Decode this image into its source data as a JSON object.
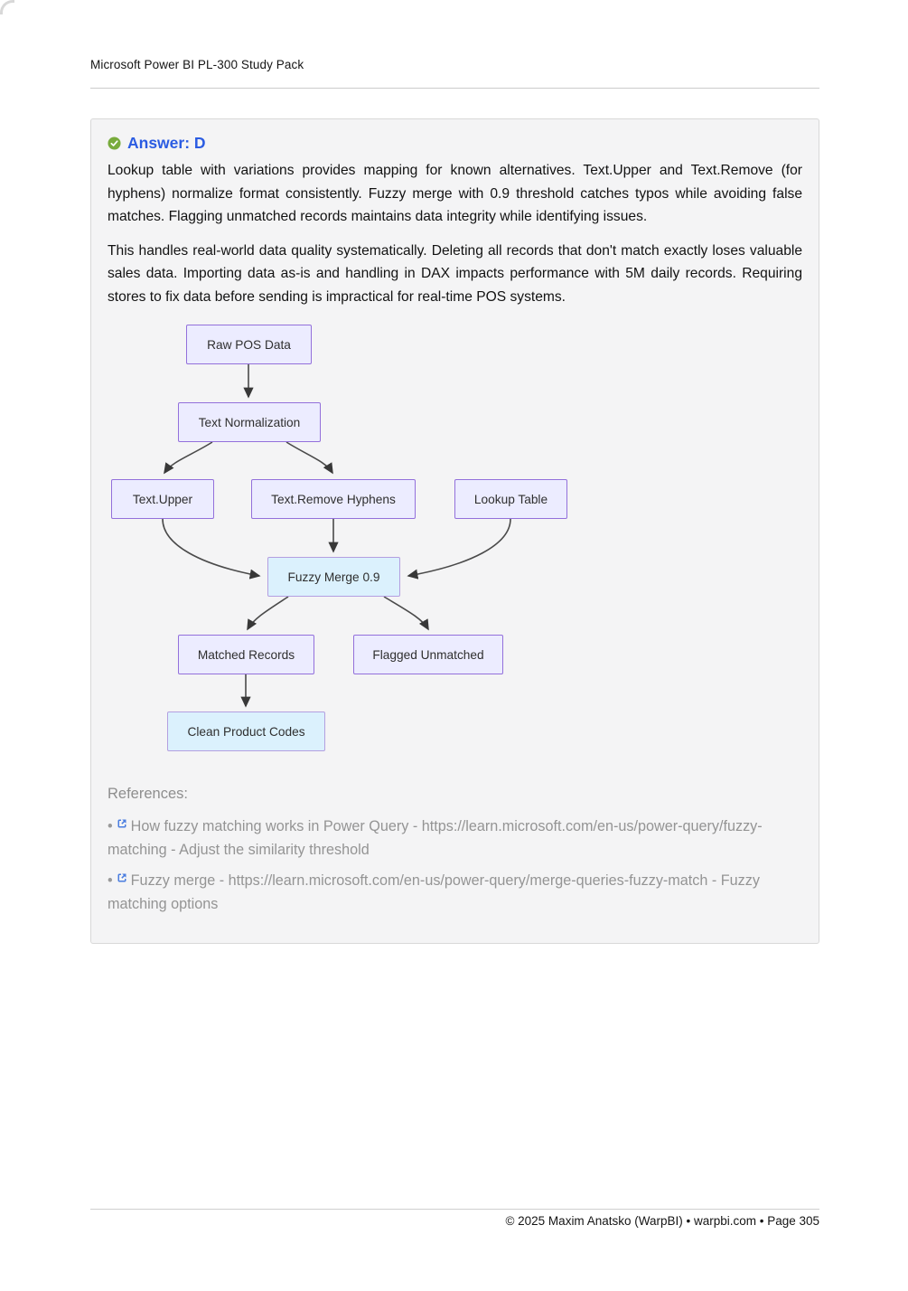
{
  "page": {
    "header_title": "Microsoft Power BI PL-300 Study Pack",
    "footer_text": "© 2025 Maxim Anatsko (WarpBI) • warpbi.com • Page 305"
  },
  "answer": {
    "label": "Answer: D",
    "check_icon": "green-check-circle",
    "paragraphs": {
      "p1": "Lookup table with variations provides mapping for known alternatives. Text.Upper and Text.Remove (for hyphens) normalize format consistently. Fuzzy merge with 0.9 threshold catches typos while avoiding false matches. Flagging unmatched records maintains data integrity while identifying issues.",
      "p2": "This handles real-world data quality systematically. Deleting all records that don't match exactly loses valuable sales data. Importing data as-is and handling in DAX impacts performance with 5M daily records. Requiring stores to fix data before sending is impractical for real-time POS systems."
    }
  },
  "diagram": {
    "type": "flowchart",
    "nodes": [
      {
        "id": "raw",
        "label": "Raw POS Data",
        "style": "lavender"
      },
      {
        "id": "norm",
        "label": "Text Normalization",
        "style": "lavender"
      },
      {
        "id": "upper",
        "label": "Text.Upper",
        "style": "lavender"
      },
      {
        "id": "hyphens",
        "label": "Text.Remove Hyphens",
        "style": "lavender"
      },
      {
        "id": "lookup",
        "label": "Lookup Table",
        "style": "lavender"
      },
      {
        "id": "fuzzy",
        "label": "Fuzzy Merge 0.9",
        "style": "blue"
      },
      {
        "id": "matched",
        "label": "Matched Records",
        "style": "lavender"
      },
      {
        "id": "flagged",
        "label": "Flagged Unmatched",
        "style": "lavender"
      },
      {
        "id": "clean",
        "label": "Clean Product Codes",
        "style": "blue"
      }
    ],
    "edges": [
      {
        "from": "raw",
        "to": "norm"
      },
      {
        "from": "norm",
        "to": "upper"
      },
      {
        "from": "norm",
        "to": "hyphens"
      },
      {
        "from": "upper",
        "to": "fuzzy"
      },
      {
        "from": "hyphens",
        "to": "fuzzy"
      },
      {
        "from": "lookup",
        "to": "fuzzy"
      },
      {
        "from": "fuzzy",
        "to": "matched"
      },
      {
        "from": "fuzzy",
        "to": "flagged"
      },
      {
        "from": "matched",
        "to": "clean"
      }
    ]
  },
  "references": {
    "heading": "References:",
    "items": [
      {
        "bullet": "•",
        "icon": "external-link-icon",
        "text": "How fuzzy matching works in Power Query - https://learn.microsoft.com/en-us/power-query/fuzzy-matching - Adjust the similarity threshold"
      },
      {
        "bullet": "•",
        "icon": "external-link-icon",
        "text": "Fuzzy merge - https://learn.microsoft.com/en-us/power-query/merge-queries-fuzzy-match - Fuzzy matching options"
      }
    ]
  },
  "colors": {
    "answer_label_blue": "#2b5ce2",
    "check_green": "#78ab3c",
    "node_lavender_fill": "#ececff",
    "node_lavender_border": "#9370db",
    "node_blue_fill": "#dbf1fd",
    "node_blue_border": "#b39fe0",
    "card_background": "#f4f4f5",
    "card_border": "#d8d8d8",
    "reference_gray": "#949494",
    "link_icon_blue": "#4a7de0",
    "arrow_gray": "#4a4a4a"
  }
}
